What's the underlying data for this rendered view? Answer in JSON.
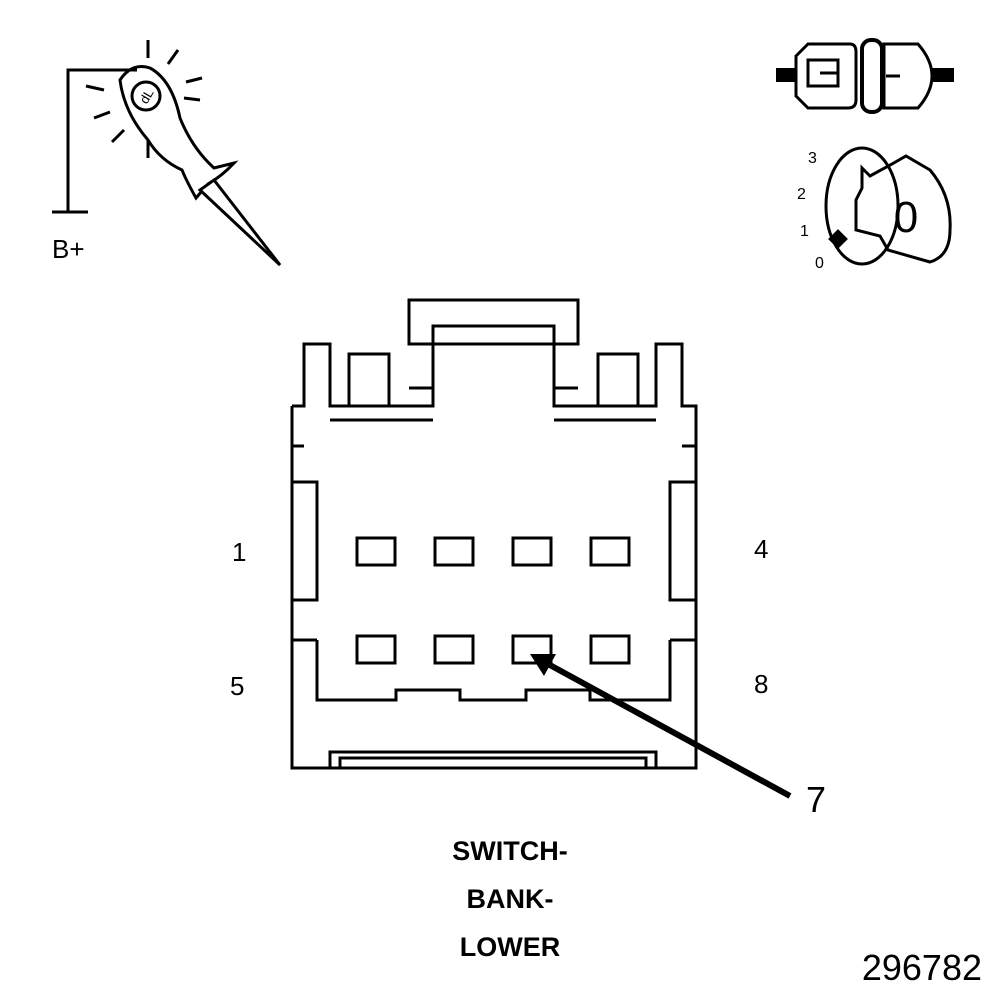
{
  "probe": {
    "supply_label": "B+",
    "tip_marking": "dL"
  },
  "key": {
    "positions": [
      "3",
      "2",
      "1",
      "0"
    ],
    "key_label": "0"
  },
  "connector": {
    "pin_labels": {
      "top_left": "1",
      "top_right": "4",
      "bottom_left": "5",
      "bottom_right": "8"
    },
    "callout": "7",
    "name_lines": [
      "SWITCH-",
      "BANK-",
      "LOWER"
    ]
  },
  "figure_number": "296782"
}
